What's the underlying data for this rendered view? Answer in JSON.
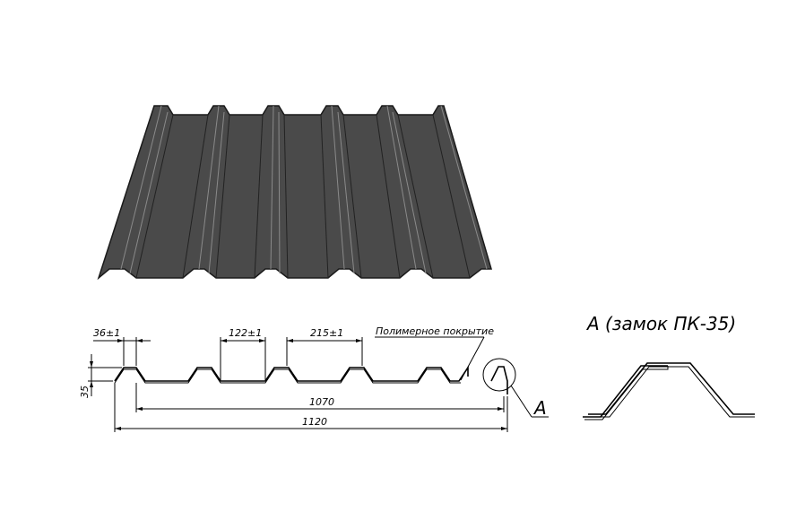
{
  "drawing": {
    "dimensions": {
      "rib_top": "36±1",
      "gap_top": "122±1",
      "pitch": "215±1",
      "height": "35",
      "working_width": "1070",
      "total_width": "1120"
    },
    "labels": {
      "coating": "Полимерное покрытие",
      "detail_ref": "A",
      "detail_title": "A (замок ПК-35)"
    },
    "colors": {
      "sheet_fill": "#4a4a4a",
      "sheet_stroke": "#1a1a1a",
      "line": "#000000"
    }
  }
}
